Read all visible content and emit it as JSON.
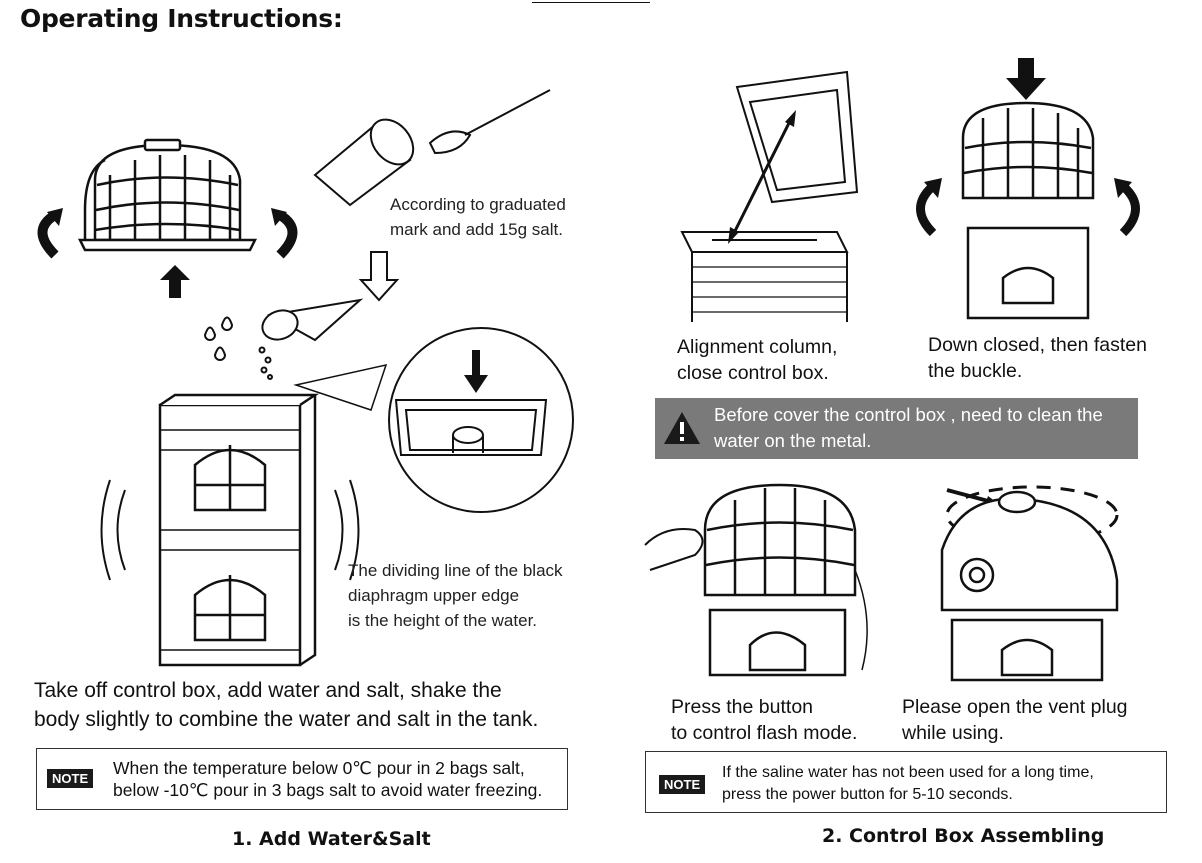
{
  "page": {
    "title": "Operating Instructions:"
  },
  "left": {
    "salt_caption": [
      "According to graduated",
      "mark and add 15g salt."
    ],
    "water_caption": [
      "The dividing line of the black",
      "diaphragm upper edge",
      "is the height of the water."
    ],
    "main_text": [
      "Take off control box, add water and salt, shake the",
      "body slightly to combine the water and salt in the tank."
    ],
    "note": {
      "badge": "NOTE",
      "lines": [
        "When the temperature below 0℃ pour in 2 bags salt,",
        "below -10℃ pour in 3 bags salt to avoid water freezing."
      ]
    },
    "section_title": "1.  Add Water&Salt"
  },
  "right": {
    "step1": [
      "Alignment column,",
      "close control box."
    ],
    "step2": [
      "Down closed, then fasten",
      "the buckle."
    ],
    "warning": {
      "icon": "warning-triangle-icon",
      "lines": [
        "Before cover the control box , need to clean the",
        "water on the metal."
      ]
    },
    "step3": [
      "Press the button",
      "to control flash mode."
    ],
    "step4": [
      "Please open the vent plug",
      "while using."
    ],
    "note": {
      "badge": "NOTE",
      "lines": [
        "If the saline water has not been used for a long time,",
        "press the power button for 5-10 seconds."
      ]
    },
    "section_title": "2.  Control Box Assembling"
  }
}
